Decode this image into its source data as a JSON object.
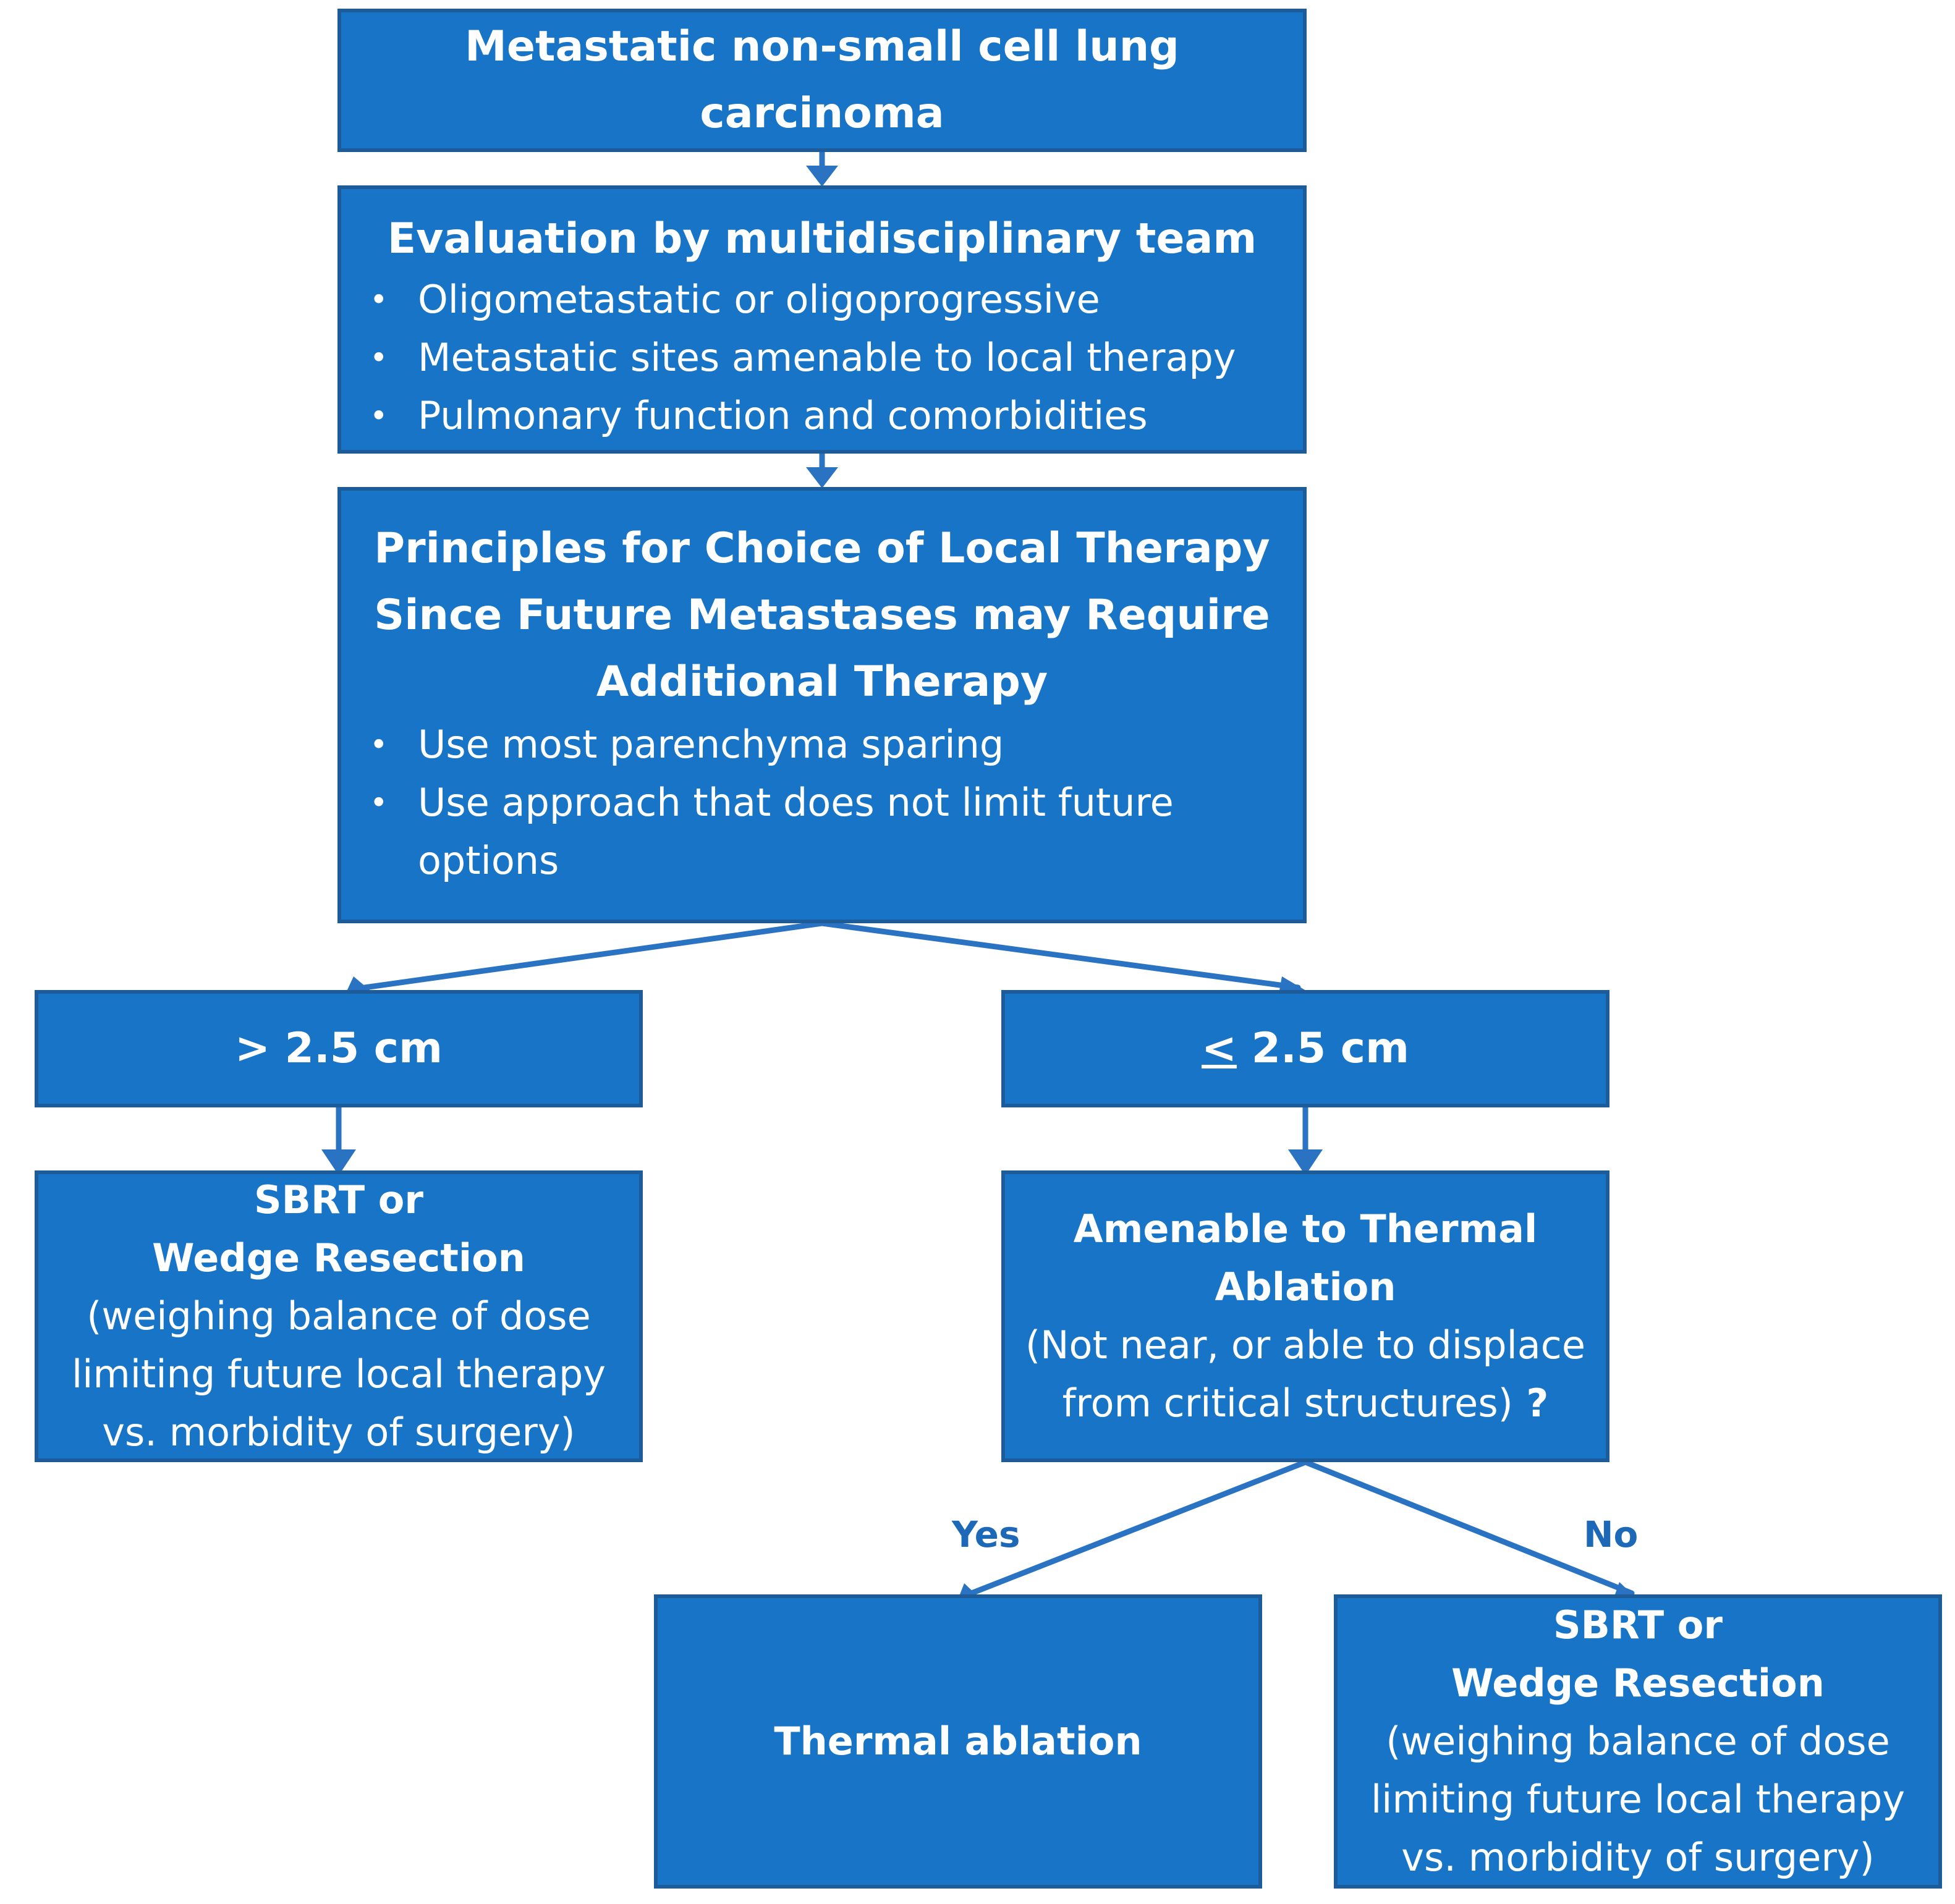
{
  "nodes": {
    "start": {
      "lines": [
        "Metastatic non-small cell lung",
        "carcinoma"
      ]
    },
    "evaluation": {
      "title": "Evaluation by multidisciplinary team",
      "bullets": [
        "Oligometastatic or oligoprogressive",
        "Metastatic sites amenable to local therapy",
        "Pulmonary function and comorbidities"
      ]
    },
    "principles": {
      "title_lines": [
        "Principles for Choice of Local Therapy",
        "Since Future Metastases may Require",
        "Additional Therapy"
      ],
      "bullets": [
        "Use most parenchyma sparing",
        "Use approach that does not limit future",
        "options"
      ]
    },
    "size_large": {
      "label": "> 2.5 cm"
    },
    "size_small": {
      "symbol": "<",
      "label": " 2.5 cm"
    },
    "sbrt_left": {
      "bold_lines": [
        "SBRT or",
        "Wedge Resection"
      ],
      "lines": [
        "(weighing balance of dose",
        "limiting future local therapy",
        "vs. morbidity of surgery)"
      ]
    },
    "thermal_question": {
      "bold_lines": [
        "Amenable to Thermal",
        "Ablation"
      ],
      "lines": [
        "(Not near, or able to displace",
        "from critical structures)"
      ],
      "question_mark": " ?"
    },
    "thermal_ablation": {
      "label": "Thermal ablation"
    },
    "sbrt_right": {
      "bold_lines": [
        "SBRT or",
        "Wedge Resection"
      ],
      "lines": [
        "(weighing balance of dose",
        "limiting future local therapy",
        "vs. morbidity of surgery)"
      ]
    }
  },
  "branch_labels": {
    "yes": "Yes",
    "no": "No"
  },
  "colors": {
    "box_fill": "#1874c7",
    "box_border": "#1d5b99",
    "arrow": "#2a73c3",
    "text": "#ffffff",
    "label": "#1d68b7"
  }
}
